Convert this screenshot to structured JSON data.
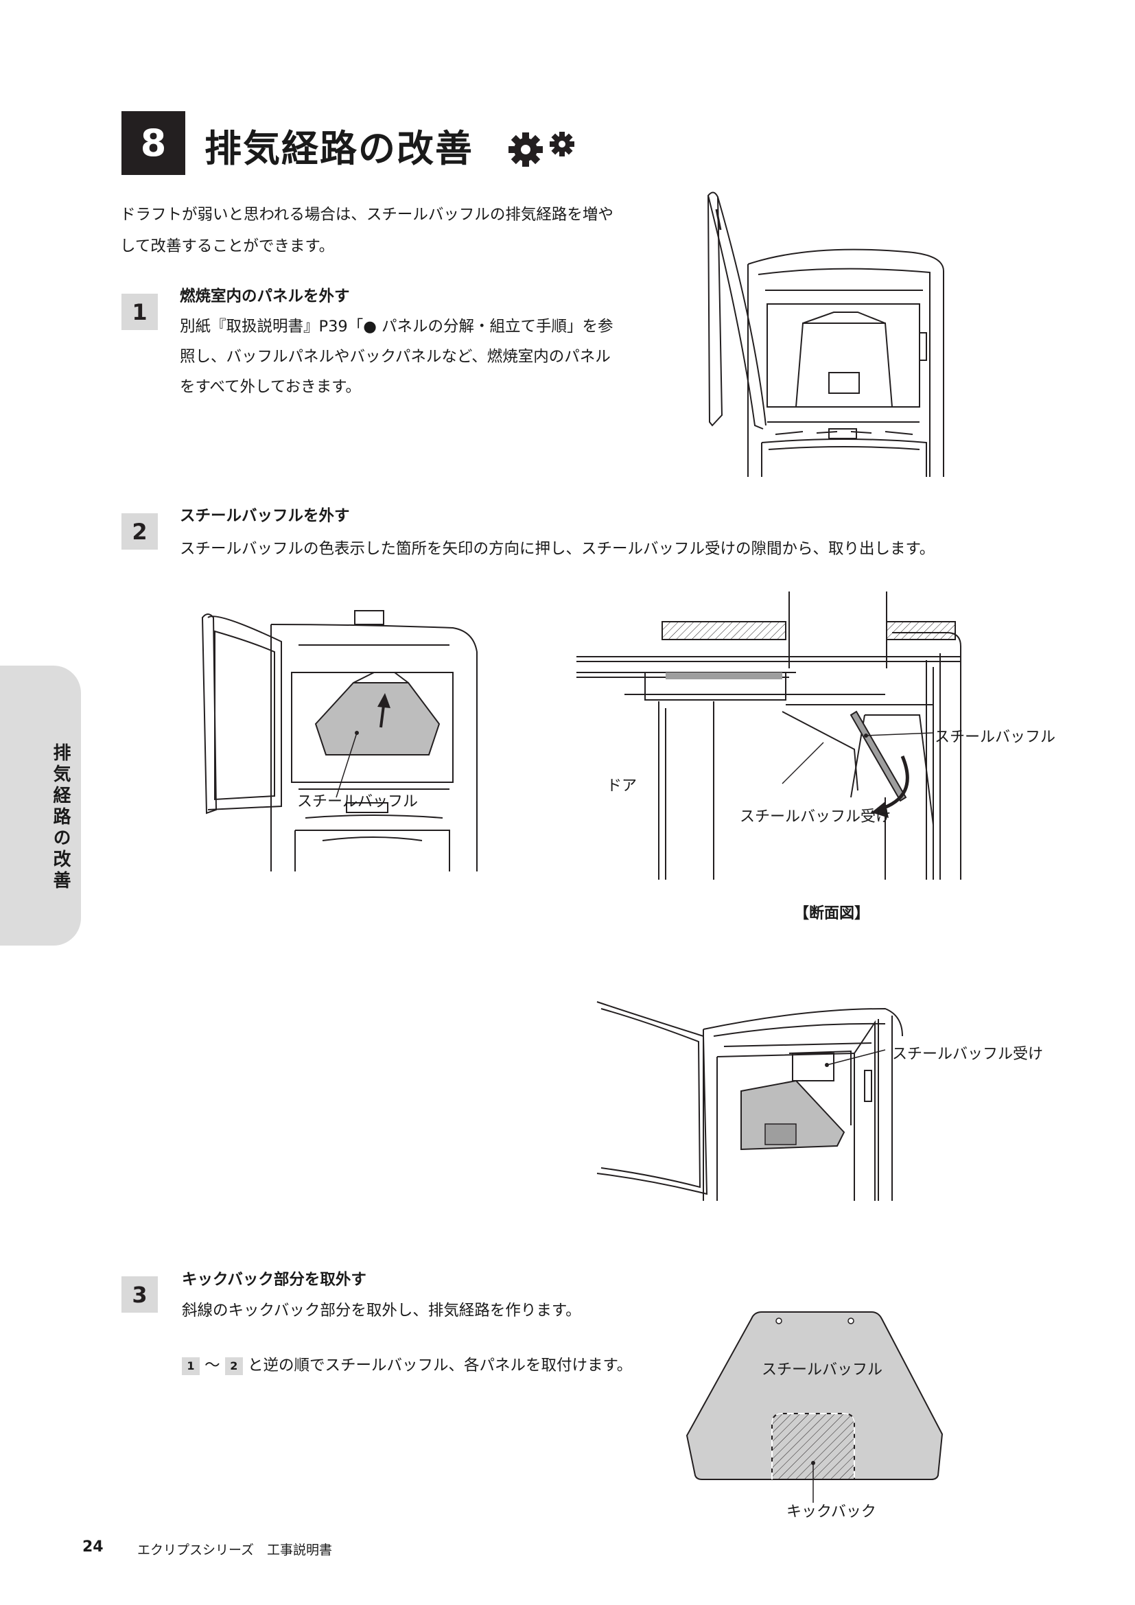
{
  "section": {
    "number": "8",
    "title": "排気経路の改善",
    "icons": [
      "gear-icon",
      "gear-icon"
    ]
  },
  "intro": "ドラフトが弱いと思われる場合は、スチールバッフルの排気経路を増やして改善することができます。",
  "steps": [
    {
      "number": "1",
      "title": "燃焼室内のパネルを外す",
      "body": "別紙『取扱説明書』P39「● パネルの分解・組立て手順」を参照し、バッフルパネルやバックパネルなど、燃焼室内のパネルをすべて外しておきます。"
    },
    {
      "number": "2",
      "title": "スチールバッフルを外す",
      "body": "スチールバッフルの色表示した箇所を矢印の方向に押し、スチールバッフル受けの隙間から、取り出します。"
    },
    {
      "number": "3",
      "title": "キックバック部分を取外す",
      "body": "斜線のキックバック部分を取外し、排気経路を作ります。",
      "note_ref_start": "1",
      "note_ref_end": "2",
      "note_sep": "～",
      "note_text": "と逆の順でスチールバッフル、各パネルを取付けます。"
    }
  ],
  "figures": {
    "fig2a_label": "スチールバッフル",
    "cross_section": {
      "label_baffle": "スチールバッフル",
      "label_door": "ドア",
      "label_holder": "スチールバッフル受け",
      "caption": "【断面図】"
    },
    "fig2c_label": "スチールバッフル受け",
    "fig3": {
      "label_baffle": "スチールバッフル",
      "label_kickback": "キックバック"
    }
  },
  "side_tab": "排気経路の改善",
  "footer": {
    "page_number": "24",
    "doc_title": "エクリプスシリーズ　工事説明書"
  }
}
